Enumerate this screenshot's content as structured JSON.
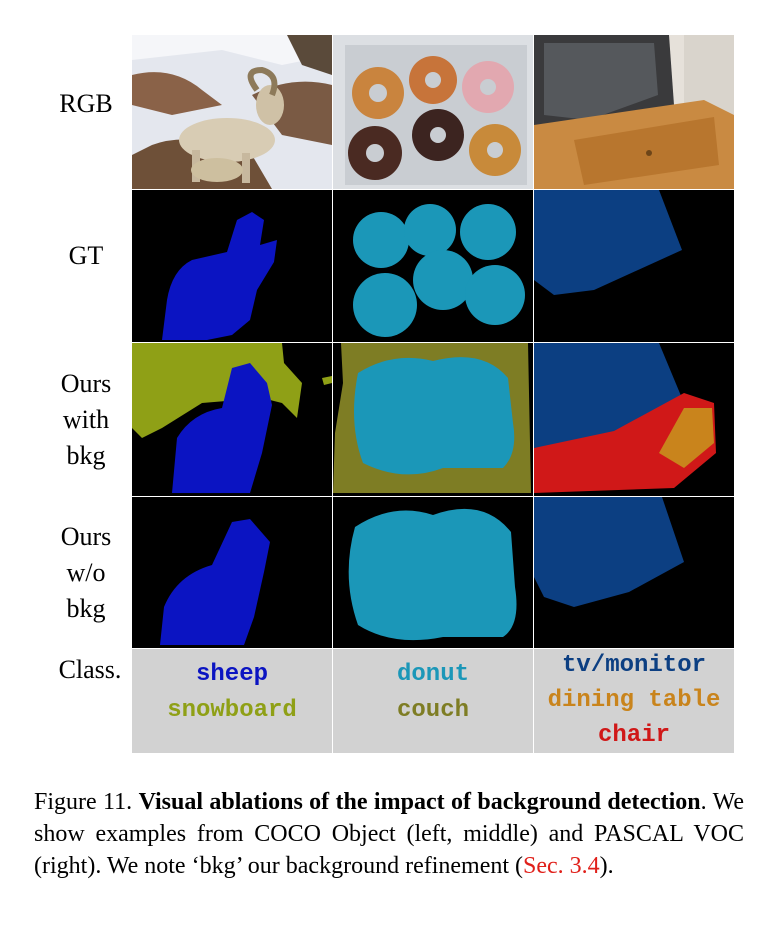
{
  "row_labels": {
    "rgb": "RGB",
    "gt": "GT",
    "with_bkg": [
      "Ours",
      "with",
      "bkg"
    ],
    "without_bkg": [
      "Ours",
      "w/o",
      "bkg"
    ],
    "classes": "Class."
  },
  "classes": {
    "left": [
      "sheep",
      "snowboard"
    ],
    "middle": [
      "donut",
      "couch"
    ],
    "right": [
      "tv/monitor",
      "dining table",
      "chair"
    ]
  },
  "colors": {
    "sheep": "#0b14c2",
    "snowboard": "#8fa016",
    "donut": "#1b97b8",
    "couch": "#7e7d24",
    "tv_monitor": "#0c3f82",
    "dining_table": "#c9841c",
    "chair": "#d01818",
    "background": "#000000",
    "panel": "#d2d2d2"
  },
  "caption": {
    "prefix": "Figure 11. ",
    "bold": "Visual ablations of the impact of background detection",
    "body": ".  We show examples from COCO Object (left, middle) and PASCAL VOC (right). We note ‘bkg’ our background refinement (",
    "ref": "Sec. 3.4",
    "suffix": ")."
  }
}
